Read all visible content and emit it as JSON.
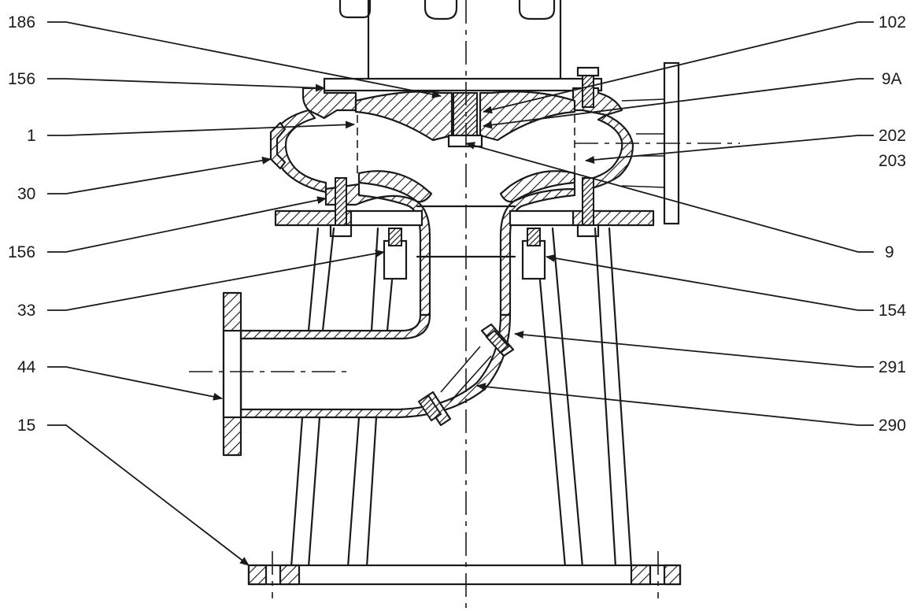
{
  "callouts_left": [
    {
      "label": "186"
    },
    {
      "label": "156"
    },
    {
      "label": "1"
    },
    {
      "label": "30"
    },
    {
      "label": "156"
    },
    {
      "label": "33"
    },
    {
      "label": "44"
    },
    {
      "label": "15"
    }
  ],
  "callouts_right": [
    {
      "label": "102"
    },
    {
      "label": "9A"
    },
    {
      "label": "202"
    },
    {
      "label": "203"
    },
    {
      "label": "9"
    },
    {
      "label": "154"
    },
    {
      "label": "291"
    },
    {
      "label": "290"
    }
  ]
}
